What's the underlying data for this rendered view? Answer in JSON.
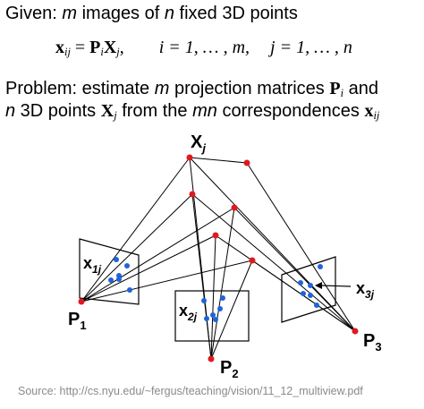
{
  "given": {
    "prefix": "Given: ",
    "m": "m",
    "mid": " images of ",
    "n": "n",
    "suffix": " fixed 3D points"
  },
  "equation": {
    "lhs_x": "x",
    "lhs_sub": "ij",
    "eq": " = ",
    "P": "P",
    "P_sub": "i",
    "X": "X",
    "X_sub": "j",
    "comma": ",",
    "i_range": "i = 1, … , m,",
    "j_range": "j = 1, … , n"
  },
  "problem": {
    "l1_a": "Problem: estimate ",
    "l1_m": "m",
    "l1_b": " projection matrices ",
    "l1_P": "P",
    "l1_Psub": "i",
    "l1_c": " and",
    "l2_n": "n",
    "l2_a": " 3D points ",
    "l2_X": "X",
    "l2_Xsub": "j",
    "l2_b": " from the ",
    "l2_mn": "mn",
    "l2_c": " correspondences ",
    "l2_x": "x",
    "l2_xsub": "ij"
  },
  "diagram": {
    "labels": {
      "Xj": "X",
      "Xj_sub": "j",
      "x1j": "x",
      "x1j_sub": "1j",
      "x2j": "x",
      "x2j_sub": "2j",
      "x3j": "x",
      "x3j_sub": "3j",
      "P1": "P",
      "P1_sub": "1",
      "P2": "P",
      "P2_sub": "2",
      "P3": "P",
      "P3_sub": "3"
    },
    "colors": {
      "point3d": "#e0191f",
      "projection": "#1f63d8",
      "ray": "#000000"
    }
  },
  "caption": "Source: http://cs.nyu.edu/~fergus/teaching/vision/11_12_multiview.pdf"
}
